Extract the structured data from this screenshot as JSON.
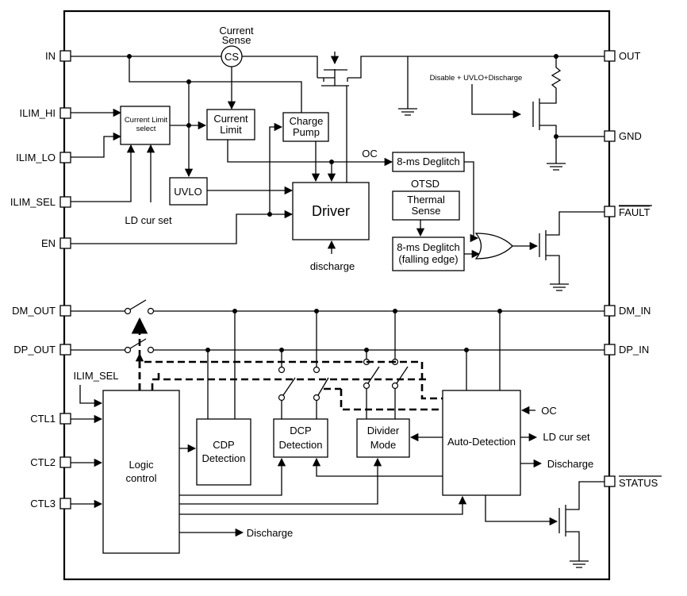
{
  "pins_left": {
    "in": "IN",
    "ilim_hi": "ILIM_HI",
    "ilim_lo": "ILIM_LO",
    "ilim_sel": "ILIM_SEL",
    "en": "EN",
    "dm_out": "DM_OUT",
    "dp_out": "DP_OUT",
    "ctl1": "CTL1",
    "ctl2": "CTL2",
    "ctl3": "CTL3"
  },
  "pins_right": {
    "out": "OUT",
    "gnd": "GND",
    "fault": "FAULT",
    "dm_in": "DM_IN",
    "dp_in": "DP_IN",
    "status": "STATUS"
  },
  "blocks": {
    "current_sense_line1": "Current",
    "current_sense_line2": "Sense",
    "cs": "CS",
    "current_limit_select_line1": "Current Limit",
    "current_limit_select_line2": "select",
    "current_limit_line1": "Current",
    "current_limit_line2": "Limit",
    "charge_pump_line1": "Charge",
    "charge_pump_line2": "Pump",
    "uvlo": "UVLO",
    "driver": "Driver",
    "deglitch_oc": "8-ms Deglitch",
    "otsd": "OTSD",
    "thermal_sense_line1": "Thermal",
    "thermal_sense_line2": "Sense",
    "deglitch_falling_line1": "8-ms Deglitch",
    "deglitch_falling_line2": "(falling edge)",
    "logic_control_line1": "Logic",
    "logic_control_line2": "control",
    "cdp_detection_line1": "CDP",
    "cdp_detection_line2": "Detection",
    "dcp_detection_line1": "DCP",
    "dcp_detection_line2": "Detection",
    "divider_mode_line1": "Divider",
    "divider_mode_line2": "Mode",
    "auto_detection": "Auto-Detection"
  },
  "labels": {
    "disable_uvlo_discharge": "Disable + UVLO+Discharge",
    "oc_top": "OC",
    "ld_cur_set_top": "LD cur set",
    "discharge_driver": "discharge",
    "ilim_sel_inner": "ILIM_SEL",
    "oc_auto": "OC",
    "ld_cur_set_auto": "LD cur set",
    "discharge_auto": "Discharge",
    "discharge_logic": "Discharge"
  }
}
